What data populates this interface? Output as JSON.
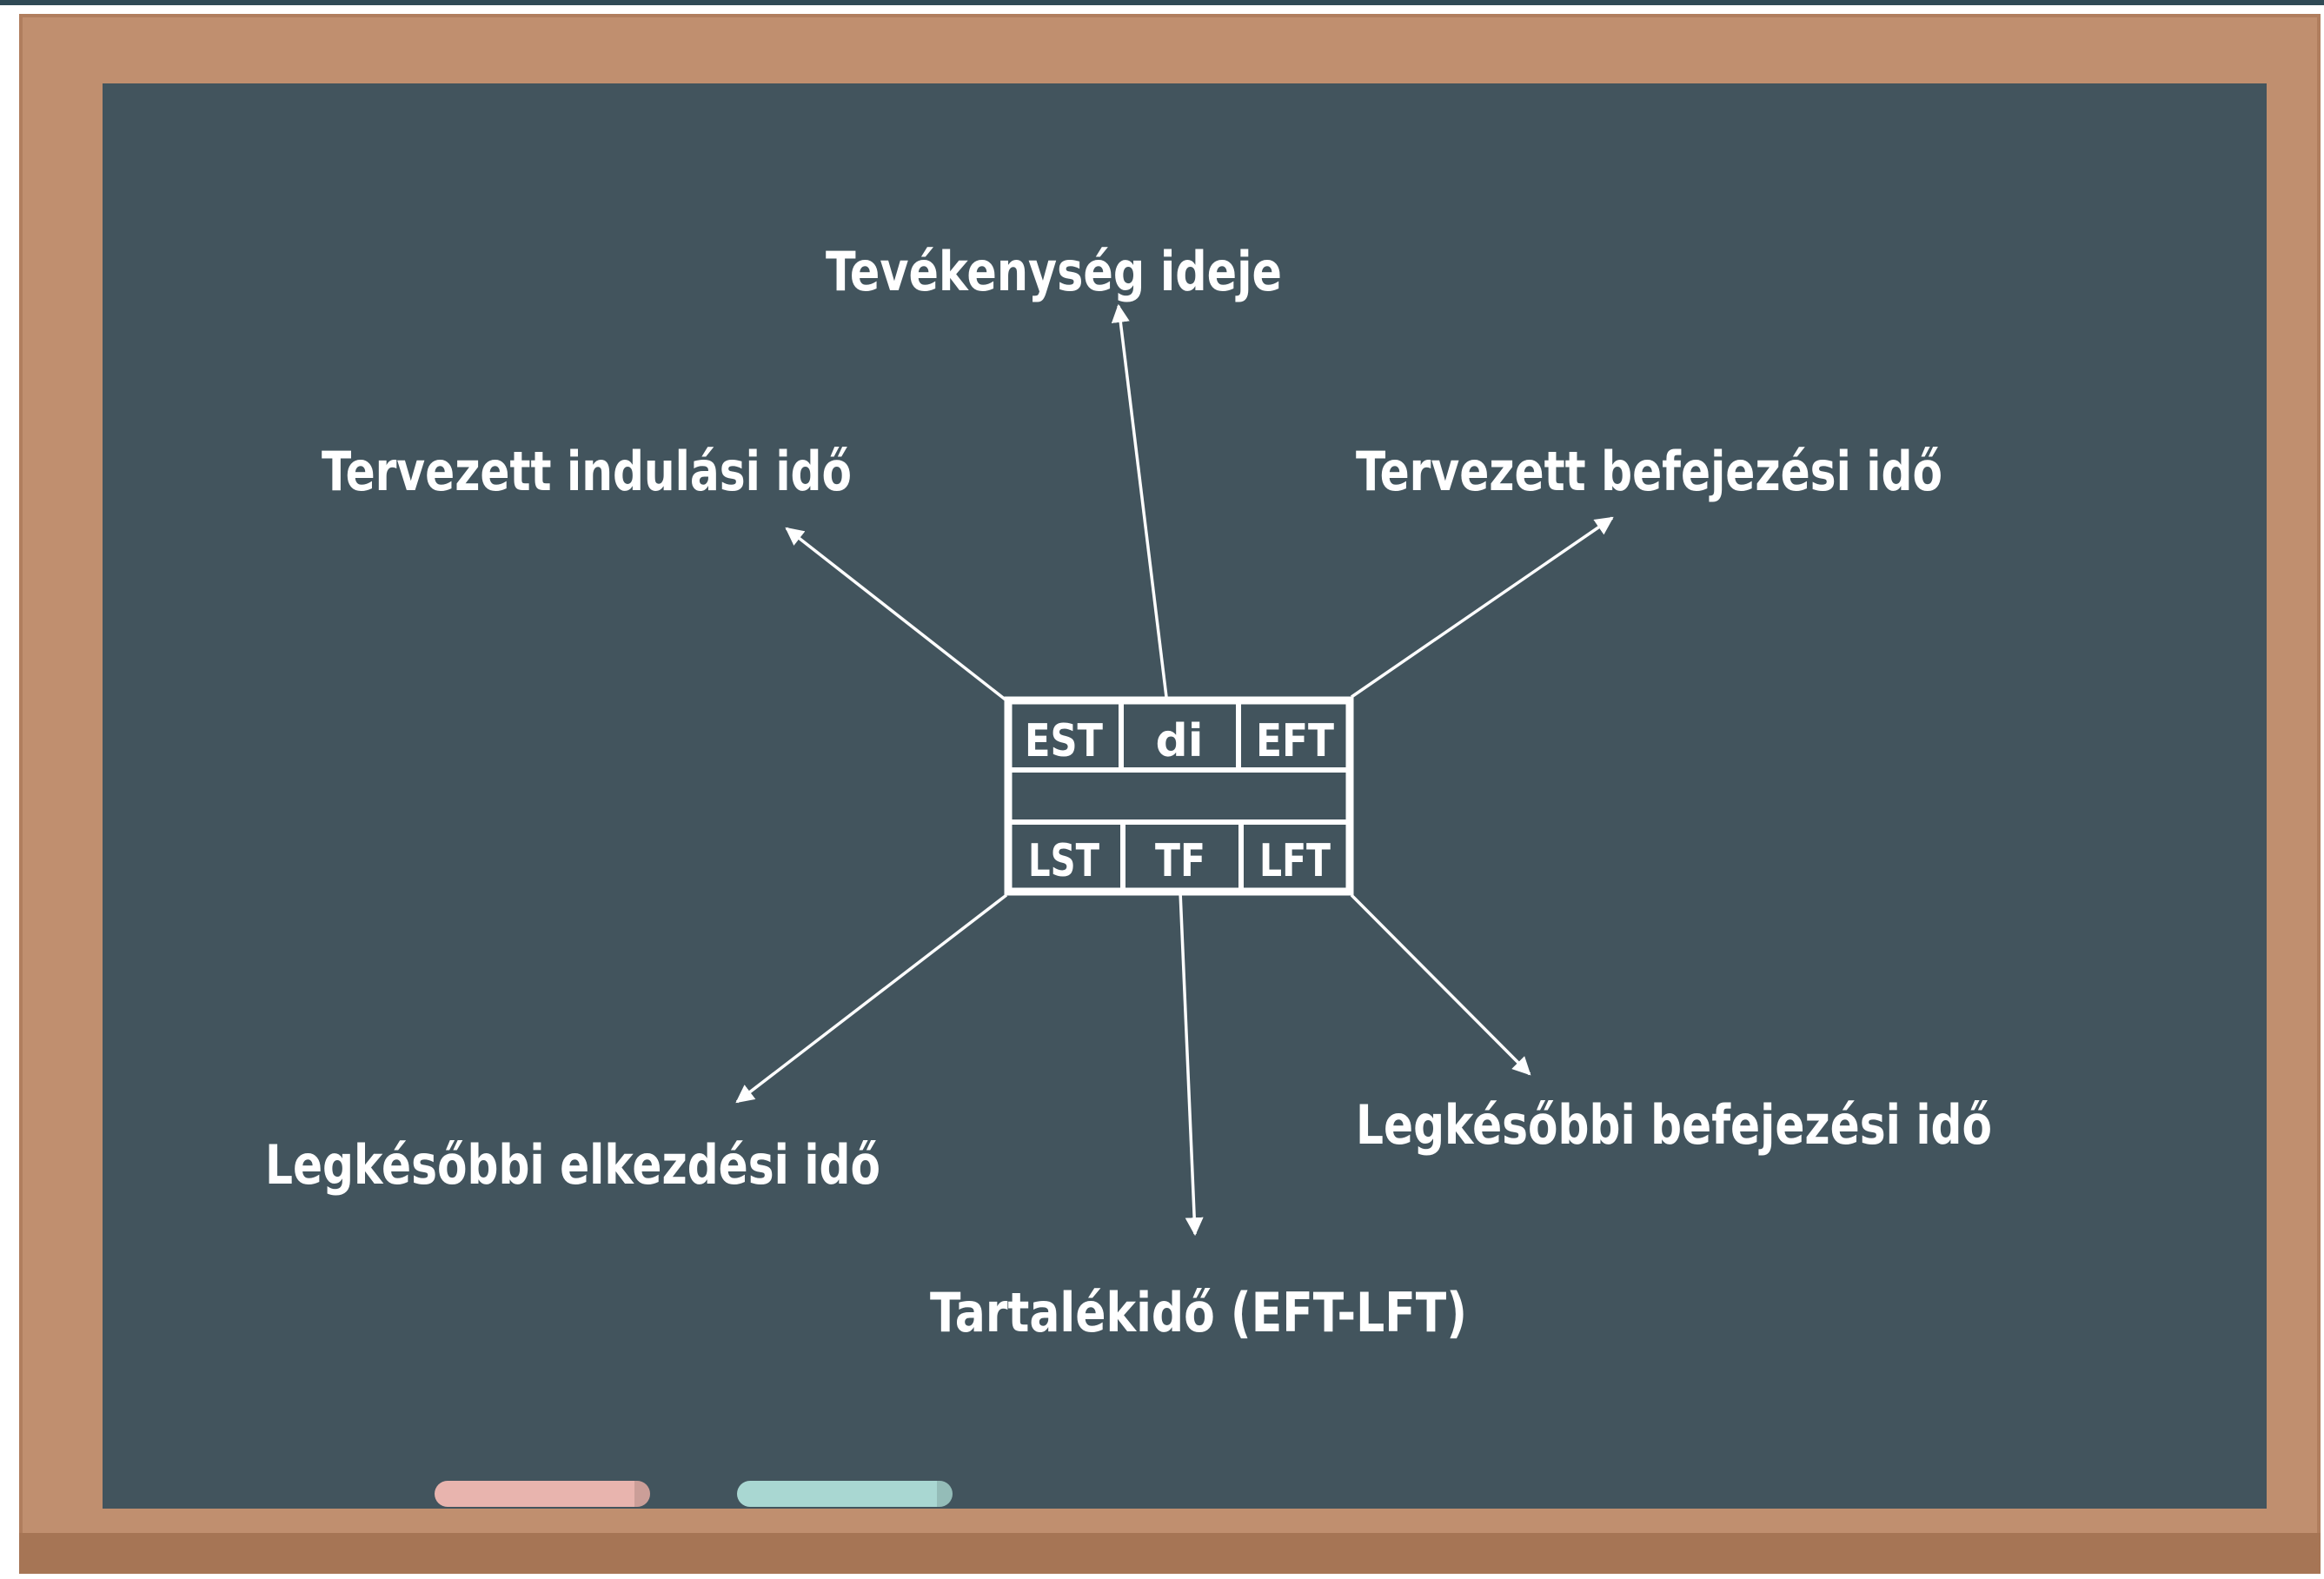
{
  "labels": {
    "activity_duration": "Tevékenység ideje",
    "planned_start": "Tervezett indulási idő",
    "planned_finish": "Tervezett befejezési idő",
    "latest_start": "Legkésőbbi elkezdési idő",
    "latest_finish": "Legkésőbbi befejezési idő",
    "float": "Tartalékidő (EFT-LFT)"
  },
  "node": {
    "top": [
      "EST",
      "di",
      "EFT"
    ],
    "bottom": [
      "LST",
      "TF",
      "LFT"
    ]
  },
  "colors": {
    "board": "#42545d",
    "frame": "#c08f6f",
    "chalk_text": "#ffffff",
    "chalk_pink": "#e8b4ae",
    "chalk_teal": "#a9d7d2"
  }
}
